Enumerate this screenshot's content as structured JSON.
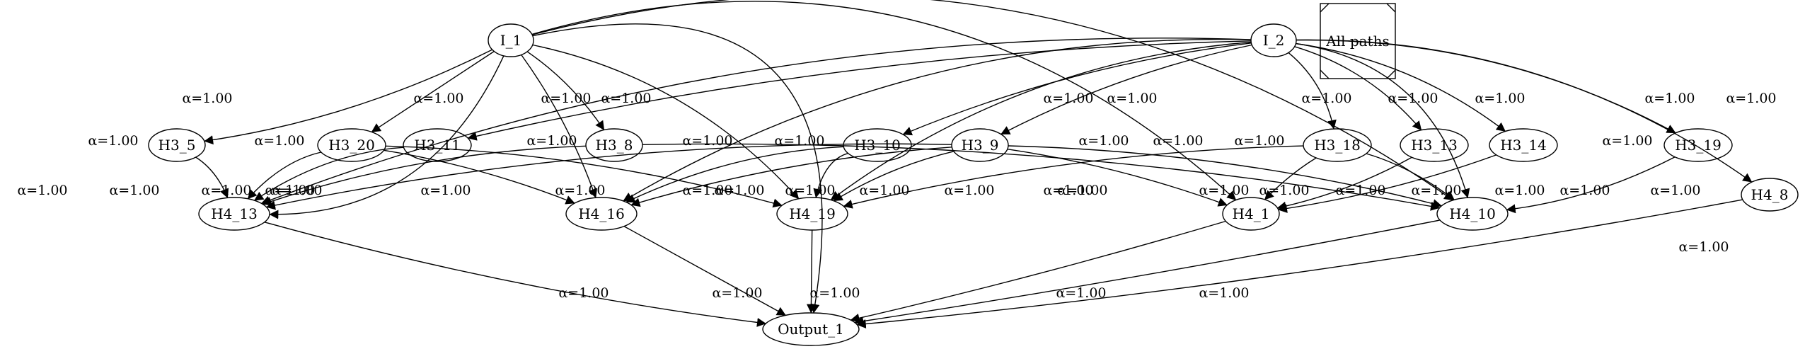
{
  "graph": {
    "legend": "All paths",
    "nodes": [
      {
        "id": "I_1",
        "label": "I_1"
      },
      {
        "id": "I_2",
        "label": "I_2"
      },
      {
        "id": "H3_5",
        "label": "H3_5"
      },
      {
        "id": "H3_20",
        "label": "H3_20"
      },
      {
        "id": "H3_11",
        "label": "H3_11"
      },
      {
        "id": "H3_8",
        "label": "H3_8"
      },
      {
        "id": "H3_10",
        "label": "H3_10"
      },
      {
        "id": "H3_9",
        "label": "H3_9"
      },
      {
        "id": "H3_18",
        "label": "H3_18"
      },
      {
        "id": "H3_13",
        "label": "H3_13"
      },
      {
        "id": "H3_14",
        "label": "H3_14"
      },
      {
        "id": "H3_19",
        "label": "H3_19"
      },
      {
        "id": "H4_8",
        "label": "H4_8"
      },
      {
        "id": "H4_13",
        "label": "H4_13"
      },
      {
        "id": "H4_16",
        "label": "H4_16"
      },
      {
        "id": "H4_19",
        "label": "H4_19"
      },
      {
        "id": "H4_1",
        "label": "H4_1"
      },
      {
        "id": "H4_10",
        "label": "H4_10"
      },
      {
        "id": "Output_1",
        "label": "Output_1"
      }
    ],
    "edges": [
      {
        "from": "I_1",
        "to": "H3_5",
        "label": "α=1.00"
      },
      {
        "from": "I_1",
        "to": "H4_13",
        "label": "α=1.00"
      },
      {
        "from": "I_1",
        "to": "Output_1",
        "label": "α=1.00"
      },
      {
        "from": "I_1",
        "to": "H3_20",
        "label": "α=1.00"
      },
      {
        "from": "I_1",
        "to": "H4_16",
        "label": "α=1.00"
      },
      {
        "from": "I_1",
        "to": "H3_8",
        "label": "α=1.00"
      },
      {
        "from": "I_1",
        "to": "H4_19",
        "label": "α=1.00"
      },
      {
        "from": "I_1",
        "to": "H4_1",
        "label": "α=1.00"
      },
      {
        "from": "I_1",
        "to": "H4_10",
        "label": "α=1.00"
      },
      {
        "from": "I_2",
        "to": "H3_11",
        "label": "α=1.00"
      },
      {
        "from": "I_2",
        "to": "H4_13",
        "label": "α=1.00"
      },
      {
        "from": "I_2",
        "to": "H4_16",
        "label": "α=1.00"
      },
      {
        "from": "I_2",
        "to": "H3_10",
        "label": "α=1.00"
      },
      {
        "from": "I_2",
        "to": "H3_9",
        "label": "α=1.00"
      },
      {
        "from": "I_2",
        "to": "H4_19",
        "label": "α=1.00"
      },
      {
        "from": "I_2",
        "to": "H3_18",
        "label": "α=1.00"
      },
      {
        "from": "I_2",
        "to": "H3_13",
        "label": "α=1.00"
      },
      {
        "from": "I_2",
        "to": "H3_14",
        "label": "α=1.00"
      },
      {
        "from": "I_2",
        "to": "H4_10",
        "label": "α=1.00"
      },
      {
        "from": "I_2",
        "to": "H3_19",
        "label": "α=1.00"
      },
      {
        "from": "I_2",
        "to": "H4_8",
        "label": "α=1.00"
      },
      {
        "from": "H3_5",
        "to": "H4_13",
        "label": "α=1.00"
      },
      {
        "from": "H3_20",
        "to": "H4_13",
        "label": "α=1.00"
      },
      {
        "from": "H3_20",
        "to": "H4_16",
        "label": "α=1.00"
      },
      {
        "from": "H3_20",
        "to": "H4_19",
        "label": "α=1.00"
      },
      {
        "from": "H3_11",
        "to": "H4_13",
        "label": "α=1.00"
      },
      {
        "from": "H3_8",
        "to": "H4_13",
        "label": "α=1.00"
      },
      {
        "from": "H3_8",
        "to": "H4_10",
        "label": "α=1.00"
      },
      {
        "from": "H3_10",
        "to": "H4_16",
        "label": "α=1.00"
      },
      {
        "from": "H3_10",
        "to": "H4_19",
        "label": "α=1.00"
      },
      {
        "from": "H3_9",
        "to": "H4_13",
        "label": "α=1.00"
      },
      {
        "from": "H3_9",
        "to": "H4_16",
        "label": "α=1.00"
      },
      {
        "from": "H3_9",
        "to": "H4_19",
        "label": "α=1.00"
      },
      {
        "from": "H3_9",
        "to": "H4_1",
        "label": "α=1.00"
      },
      {
        "from": "H3_9",
        "to": "H4_10",
        "label": "α=1.00"
      },
      {
        "from": "H3_18",
        "to": "H4_19",
        "label": "α=1.00"
      },
      {
        "from": "H3_18",
        "to": "H4_1",
        "label": "α=1.00"
      },
      {
        "from": "H3_18",
        "to": "H4_10",
        "label": "α=1.00"
      },
      {
        "from": "H3_13",
        "to": "H4_1",
        "label": "α=1.00"
      },
      {
        "from": "H3_14",
        "to": "H4_1",
        "label": "α=1.00"
      },
      {
        "from": "H3_19",
        "to": "H4_10",
        "label": "α=1.00"
      },
      {
        "from": "H4_8",
        "to": "Output_1",
        "label": "α=1.00"
      },
      {
        "from": "H4_13",
        "to": "Output_1",
        "label": "α=1.00"
      },
      {
        "from": "H4_16",
        "to": "Output_1",
        "label": "α=1.00"
      },
      {
        "from": "H4_19",
        "to": "Output_1",
        "label": "α=1.00"
      },
      {
        "from": "H4_1",
        "to": "Output_1",
        "label": "α=1.00"
      },
      {
        "from": "H4_10",
        "to": "Output_1",
        "label": "α=1.00"
      }
    ]
  }
}
